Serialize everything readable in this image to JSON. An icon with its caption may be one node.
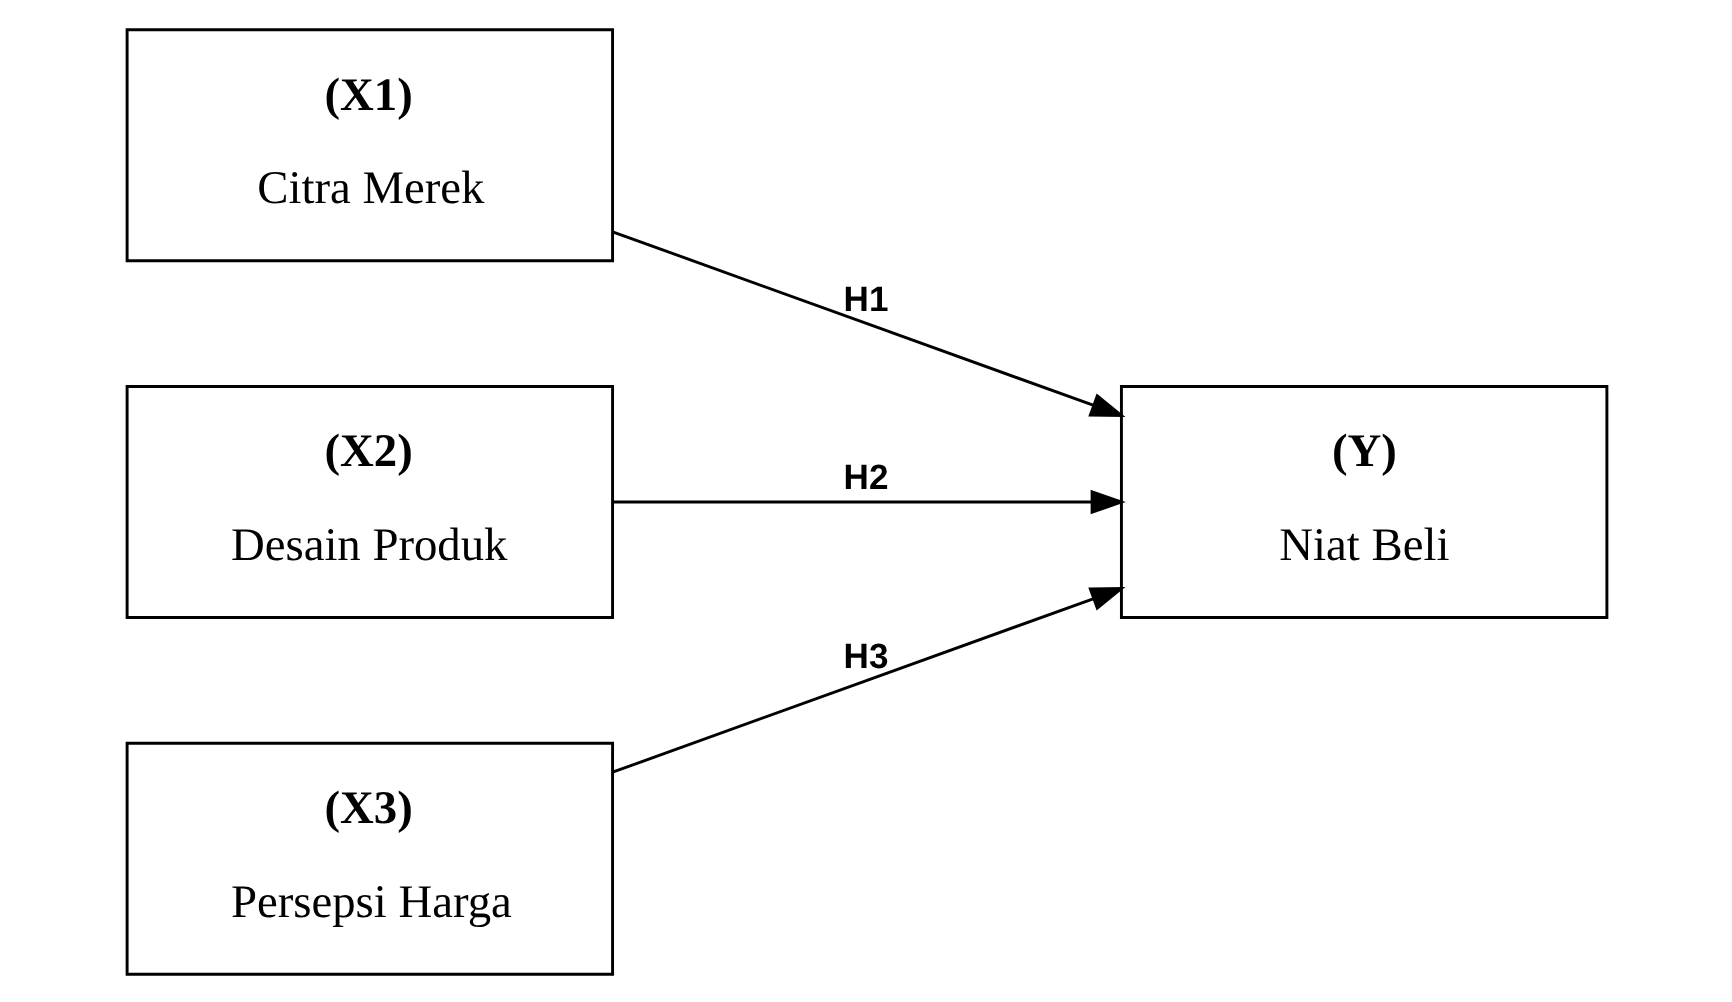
{
  "diagram": {
    "nodes": [
      {
        "text": [
          "(X1)",
          "Citra Merek"
        ]
      },
      {
        "text": [
          "(X2)",
          "Desain Produk"
        ]
      },
      {
        "text": [
          "(X3)",
          "Persepsi Harga"
        ]
      },
      {
        "text": [
          "(Y)",
          "Niat Beli"
        ]
      }
    ],
    "edges": [
      {
        "from": 0,
        "to": 3,
        "arrow": "to",
        "label": "H1"
      },
      {
        "from": 1,
        "to": 3,
        "arrow": "to",
        "label": "H2"
      },
      {
        "from": 2,
        "to": 3,
        "arrow": "to",
        "label": "H3"
      }
    ]
  }
}
